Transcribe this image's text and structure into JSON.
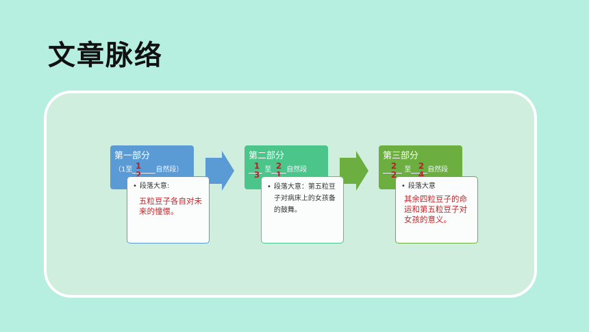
{
  "title": "文章脉络",
  "colors": {
    "part1": "#5b9bd5",
    "part2": "#4cc58a",
    "part3": "#6cae3f",
    "answer": "#c0282d"
  },
  "parts": [
    {
      "heading": "第一部分",
      "sub_prefix": "（1至",
      "sub_suffix": "自然段）",
      "answer_top": "1",
      "answer_bottom": "2",
      "bullet": "段落大意:",
      "answer_text": "五粒豆子各自对未来的憧憬。"
    },
    {
      "heading": "第二部分",
      "sub_mid": "至",
      "sub_suffix": "自然段",
      "answer_a_top": "1",
      "answer_a_bottom": "3",
      "answer_b_top": "2",
      "answer_b_bottom": "1",
      "bullet": "段落大意：第五粒豆子对病床上的女孩备的鼓舞。"
    },
    {
      "heading": "第三部分",
      "sub_mid": "至",
      "sub_suffix": "自然段",
      "answer_a_top": "2",
      "answer_a_bottom": "2",
      "answer_b_top": "2",
      "answer_b_bottom": "4",
      "bullet": "段落大意",
      "answer_text": "其余四粒豆子的命运和第五粒豆子对女孩的意义。"
    }
  ]
}
